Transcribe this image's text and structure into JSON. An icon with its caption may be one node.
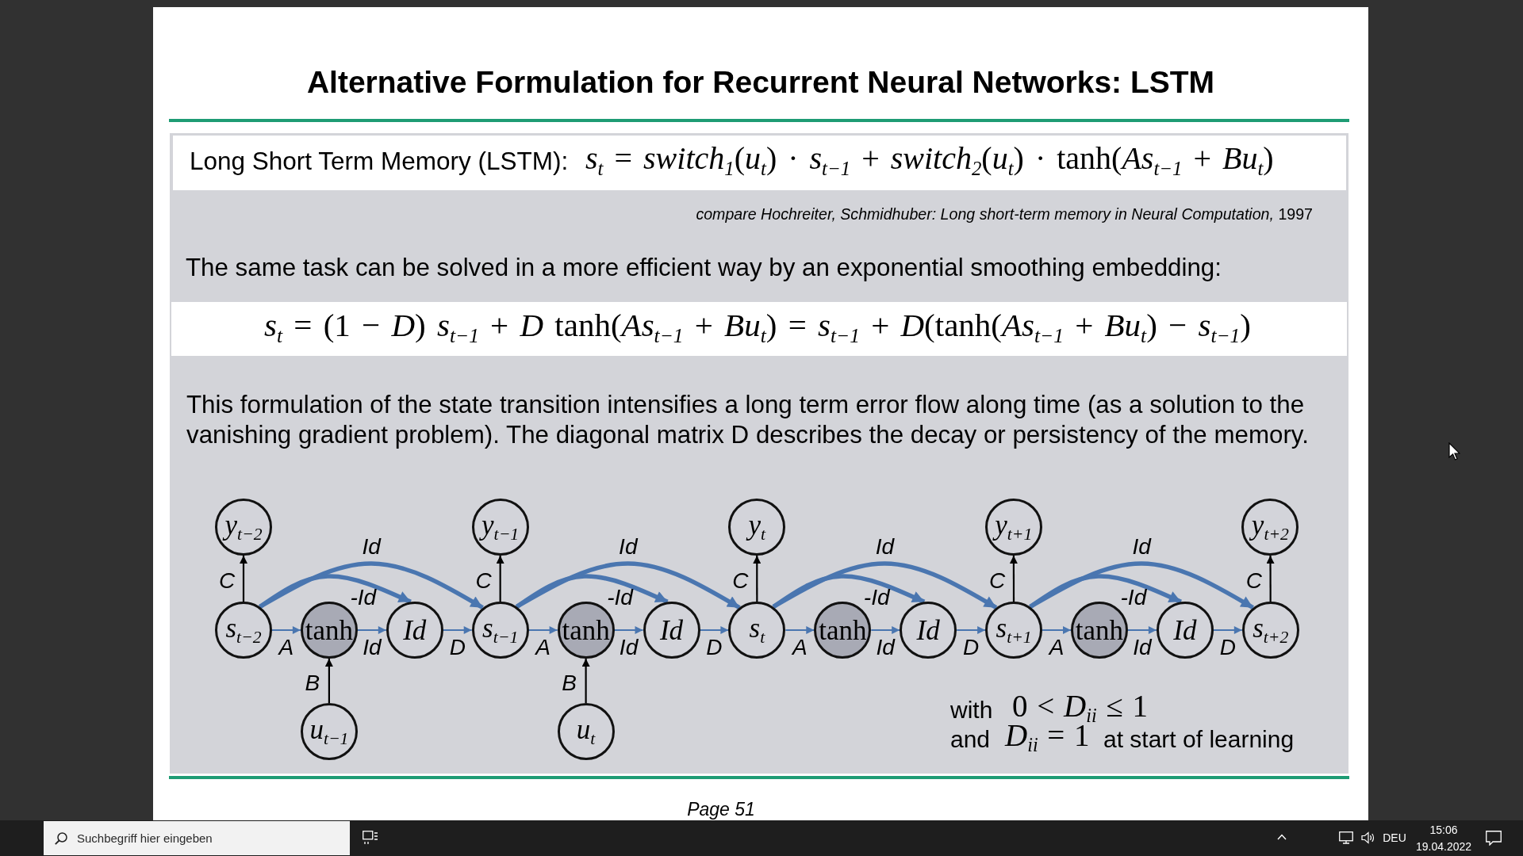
{
  "diagram": {
    "title": "Alternative Formulation for Recurrent Neural Networks: LSTM",
    "nodes": [
      {
        "text": [
          "y$_{t−2}$"
        ]
      },
      {
        "text": [
          "y$_{t−1}$"
        ]
      },
      {
        "text": [
          "y$_{t}$"
        ]
      },
      {
        "text": [
          "y$_{t+1}$"
        ]
      },
      {
        "text": [
          "y$_{t+2}$"
        ]
      },
      {
        "text": [
          "s$_{t−2}$"
        ]
      },
      {
        "text": [
          "tanh"
        ]
      },
      {
        "text": [
          "Id"
        ]
      },
      {
        "text": [
          "s$_{t−1}$"
        ]
      },
      {
        "text": [
          "tanh"
        ]
      },
      {
        "text": [
          "Id"
        ]
      },
      {
        "text": [
          "s$_{t}$"
        ]
      },
      {
        "text": [
          "tanh"
        ]
      },
      {
        "text": [
          "Id"
        ]
      },
      {
        "text": [
          "s$_{t+1}$"
        ]
      },
      {
        "text": [
          "tanh"
        ]
      },
      {
        "text": [
          "Id"
        ]
      },
      {
        "text": [
          "s$_{t+2}$"
        ]
      },
      {
        "text": [
          "u$_{t−1}$"
        ]
      },
      {
        "text": [
          "u$_{t}$"
        ]
      }
    ],
    "edges": [
      {
        "from": 5,
        "to": 0,
        "arrow": "to",
        "label": "C",
        "color": "#000000"
      },
      {
        "from": 5,
        "to": 8,
        "arrow": "to",
        "label": "Id",
        "style": "thick"
      },
      {
        "from": 5,
        "to": 7,
        "arrow": "to",
        "label": "-Id",
        "style": "thick"
      },
      {
        "from": 5,
        "to": 6,
        "arrow": "to",
        "label": "A"
      },
      {
        "from": 6,
        "to": 7,
        "arrow": "to",
        "label": "Id"
      },
      {
        "from": 7,
        "to": 8,
        "arrow": "to",
        "label": "D"
      },
      {
        "from": 18,
        "to": 6,
        "arrow": "to",
        "label": "B",
        "color": "#000000"
      },
      {
        "from": 8,
        "to": 1,
        "arrow": "to",
        "label": "C",
        "color": "#000000"
      },
      {
        "from": 8,
        "to": 11,
        "arrow": "to",
        "label": "Id",
        "style": "thick"
      },
      {
        "from": 8,
        "to": 10,
        "arrow": "to",
        "label": "-Id",
        "style": "thick"
      },
      {
        "from": 8,
        "to": 9,
        "arrow": "to",
        "label": "A"
      },
      {
        "from": 9,
        "to": 10,
        "arrow": "to",
        "label": "Id"
      },
      {
        "from": 10,
        "to": 11,
        "arrow": "to",
        "label": "D"
      },
      {
        "from": 19,
        "to": 9,
        "arrow": "to",
        "label": "B",
        "color": "#000000"
      },
      {
        "from": 11,
        "to": 2,
        "arrow": "to",
        "label": "C",
        "color": "#000000"
      },
      {
        "from": 11,
        "to": 14,
        "arrow": "to",
        "label": "Id",
        "style": "thick"
      },
      {
        "from": 11,
        "to": 13,
        "arrow": "to",
        "label": "-Id",
        "style": "thick"
      },
      {
        "from": 11,
        "to": 12,
        "arrow": "to",
        "label": "A"
      },
      {
        "from": 12,
        "to": 13,
        "arrow": "to",
        "label": "Id"
      },
      {
        "from": 13,
        "to": 14,
        "arrow": "to",
        "label": "D"
      },
      {
        "from": 14,
        "to": 3,
        "arrow": "to",
        "label": "C",
        "color": "#000000"
      },
      {
        "from": 14,
        "to": 17,
        "arrow": "to",
        "label": "Id",
        "style": "thick"
      },
      {
        "from": 14,
        "to": 16,
        "arrow": "to",
        "label": "-Id",
        "style": "thick"
      },
      {
        "from": 14,
        "to": 15,
        "arrow": "to",
        "label": "A"
      },
      {
        "from": 15,
        "to": 16,
        "arrow": "to",
        "label": "Id"
      },
      {
        "from": 16,
        "to": 17,
        "arrow": "to",
        "label": "D"
      },
      {
        "from": 17,
        "to": 4,
        "arrow": "to",
        "label": "C",
        "color": "#000000"
      }
    ],
    "labels": [
      "Long Short Term Memory (LSTM):",
      "*s*$_{t}$ = *switch*$_{1}$(*u*$_{t}$) · *s*$_{t−1}$ + *switch*$_{2}$(*u*$_{t}$) · tanh(*As*$_{t−1}$ + *Bu*$_{t}$)",
      "*compare Hochreiter, Schmidhuber: Long short-term memory in Neural Computation,* 1997",
      "The same task can be solved in a more efficient way by an exponential smoothing embedding:",
      "*s*$_{t}$ = (1 − *D*) *s*$_{t−1}$ + *D* tanh(*As*$_{t−1}$ + *Bu*$_{t}$) = *s*$_{t−1}$ + *D*(tanh(*As*$_{t−1}$ + *Bu*$_{t}$) − *s*$_{t−1}$)",
      "This formulation of the state transition intensifies a long term error flow along time (as a solution to the vanishing gradient problem). The diagonal matrix D describes the decay or persistency of the memory.",
      "with",
      "0 < *D*$_{ii}$ ≤ 1",
      "and",
      "*D*$_{ii}$ = 1",
      "at start of learning",
      "Page 51",
      "Suchbegriff hier eingeben",
      "DEU",
      "15:06",
      "19.04.2022"
    ]
  }
}
